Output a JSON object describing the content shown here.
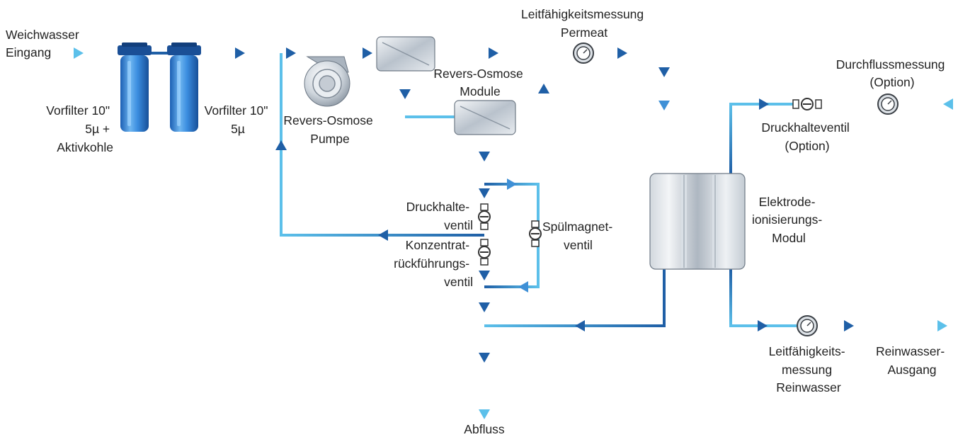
{
  "labels": {
    "inlet": [
      "Weichwasser",
      "Eingang"
    ],
    "prefilter1": [
      "Vorfilter 10\"",
      "5µ +",
      "Aktivkohle"
    ],
    "prefilter2": [
      "Vorfilter 10\"",
      "5µ"
    ],
    "ro_pump": [
      "Revers-Osmose",
      "Pumpe"
    ],
    "ro_modules": [
      "Revers-Osmose",
      "Module"
    ],
    "cond_permeate": [
      "Leitfähigkeitsmessung",
      "Permeat"
    ],
    "flow_measure": [
      "Durchflussmessung",
      "(Option)"
    ],
    "pressure_valve_option": [
      "Druckhalteventil",
      "(Option)"
    ],
    "edi_module": [
      "Elektrode-",
      "ionisierungs-",
      "Modul"
    ],
    "pressure_valve": [
      "Druckhalte-",
      "ventil"
    ],
    "concentrate_valve": [
      "Konzentrat-",
      "rückführungs-",
      "ventil"
    ],
    "flush_valve": [
      "Spülmagnet-",
      "ventil"
    ],
    "cond_pure": [
      "Leitfähigkeits-",
      "messung",
      "Reinwasser"
    ],
    "pure_outlet": [
      "Reinwasser-",
      "Ausgang"
    ],
    "drain": [
      "Abfluss"
    ]
  },
  "colors": {
    "pipe_dark": "#1f5fa6",
    "pipe_light": "#5cc0ea",
    "filter_blue": "#2f7fd0",
    "steel": "#c9cfd6"
  }
}
